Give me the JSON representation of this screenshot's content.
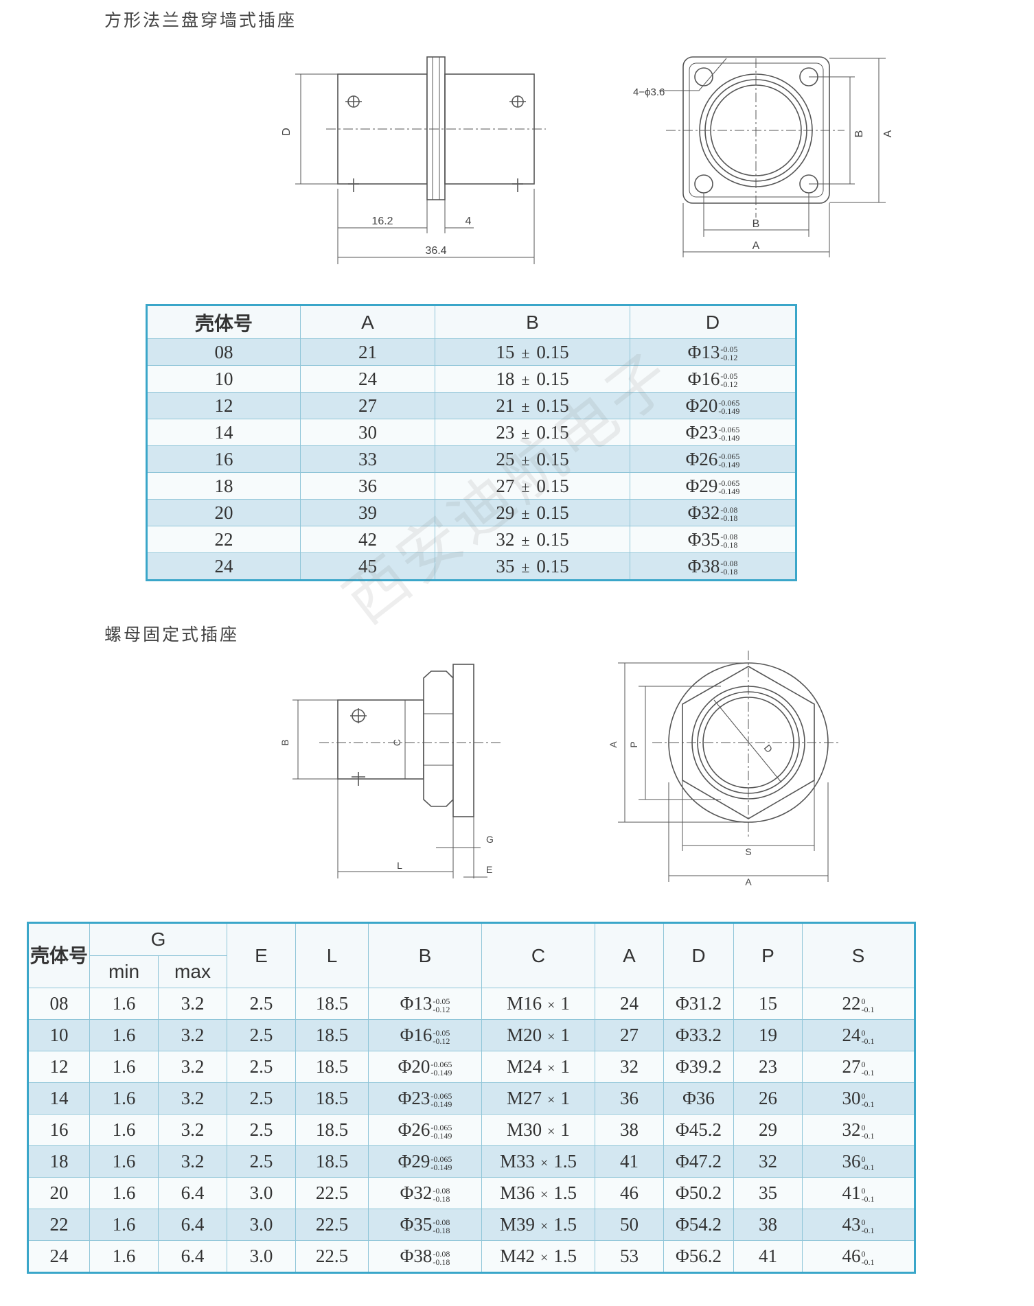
{
  "section1": {
    "title": "方形法兰盘穿墙式插座",
    "labels": {
      "d": "D",
      "dim_16_2": "16.2",
      "dim_4": "4",
      "dim_36_4": "36.4",
      "holes": "4−ϕ3.6",
      "b_v": "B",
      "a_v": "A",
      "b_h": "B",
      "a_h": "A"
    }
  },
  "table1": {
    "headers": [
      "壳体号",
      "A",
      "B",
      "D"
    ],
    "rows": [
      {
        "shell": "08",
        "a": "21",
        "b": "15",
        "b_tol": "0.15",
        "d": "13",
        "d_up": "-0.05",
        "d_lo": "-0.12"
      },
      {
        "shell": "10",
        "a": "24",
        "b": "18",
        "b_tol": "0.15",
        "d": "16",
        "d_up": "-0.05",
        "d_lo": "-0.12"
      },
      {
        "shell": "12",
        "a": "27",
        "b": "21",
        "b_tol": "0.15",
        "d": "20",
        "d_up": "-0.065",
        "d_lo": "-0.149"
      },
      {
        "shell": "14",
        "a": "30",
        "b": "23",
        "b_tol": "0.15",
        "d": "23",
        "d_up": "-0.065",
        "d_lo": "-0.149"
      },
      {
        "shell": "16",
        "a": "33",
        "b": "25",
        "b_tol": "0.15",
        "d": "26",
        "d_up": "-0.065",
        "d_lo": "-0.149"
      },
      {
        "shell": "18",
        "a": "36",
        "b": "27",
        "b_tol": "0.15",
        "d": "29",
        "d_up": "-0.065",
        "d_lo": "-0.149"
      },
      {
        "shell": "20",
        "a": "39",
        "b": "29",
        "b_tol": "0.15",
        "d": "32",
        "d_up": "-0.08",
        "d_lo": "-0.18"
      },
      {
        "shell": "22",
        "a": "42",
        "b": "32",
        "b_tol": "0.15",
        "d": "35",
        "d_up": "-0.08",
        "d_lo": "-0.18"
      },
      {
        "shell": "24",
        "a": "45",
        "b": "35",
        "b_tol": "0.15",
        "d": "38",
        "d_up": "-0.08",
        "d_lo": "-0.18"
      }
    ]
  },
  "section2": {
    "title": "螺母固定式插座",
    "labels": {
      "b": "B",
      "c": "C",
      "g": "G",
      "l": "L",
      "e": "E",
      "a_v": "A",
      "p_v": "P",
      "d": "D",
      "s_h": "S",
      "a_h": "A"
    }
  },
  "table2": {
    "headers": {
      "shell": "壳体号",
      "g": "G",
      "g_min": "min",
      "g_max": "max",
      "e": "E",
      "l": "L",
      "b": "B",
      "c": "C",
      "a": "A",
      "d": "D",
      "p": "P",
      "s": "S"
    },
    "rows": [
      {
        "shell": "08",
        "gmin": "1.6",
        "gmax": "3.2",
        "e": "2.5",
        "l": "18.5",
        "b": "13",
        "b_up": "-0.05",
        "b_lo": "-0.12",
        "c_m": "M16",
        "c_p": "1",
        "a": "24",
        "d": "31.2",
        "p": "15",
        "s": "22",
        "s_up": "0",
        "s_lo": "-0.1"
      },
      {
        "shell": "10",
        "gmin": "1.6",
        "gmax": "3.2",
        "e": "2.5",
        "l": "18.5",
        "b": "16",
        "b_up": "-0.05",
        "b_lo": "-0.12",
        "c_m": "M20",
        "c_p": "1",
        "a": "27",
        "d": "33.2",
        "p": "19",
        "s": "24",
        "s_up": "0",
        "s_lo": "-0.1"
      },
      {
        "shell": "12",
        "gmin": "1.6",
        "gmax": "3.2",
        "e": "2.5",
        "l": "18.5",
        "b": "20",
        "b_up": "-0.065",
        "b_lo": "-0.149",
        "c_m": "M24",
        "c_p": "1",
        "a": "32",
        "d": "39.2",
        "p": "23",
        "s": "27",
        "s_up": "0",
        "s_lo": "-0.1"
      },
      {
        "shell": "14",
        "gmin": "1.6",
        "gmax": "3.2",
        "e": "2.5",
        "l": "18.5",
        "b": "23",
        "b_up": "-0.065",
        "b_lo": "-0.149",
        "c_m": "M27",
        "c_p": "1",
        "a": "36",
        "d": "36",
        "p": "26",
        "s": "30",
        "s_up": "0",
        "s_lo": "-0.1"
      },
      {
        "shell": "16",
        "gmin": "1.6",
        "gmax": "3.2",
        "e": "2.5",
        "l": "18.5",
        "b": "26",
        "b_up": "-0.065",
        "b_lo": "-0.149",
        "c_m": "M30",
        "c_p": "1",
        "a": "38",
        "d": "45.2",
        "p": "29",
        "s": "32",
        "s_up": "0",
        "s_lo": "-0.1"
      },
      {
        "shell": "18",
        "gmin": "1.6",
        "gmax": "3.2",
        "e": "2.5",
        "l": "18.5",
        "b": "29",
        "b_up": "-0.065",
        "b_lo": "-0.149",
        "c_m": "M33",
        "c_p": "1.5",
        "a": "41",
        "d": "47.2",
        "p": "32",
        "s": "36",
        "s_up": "0",
        "s_lo": "-0.1"
      },
      {
        "shell": "20",
        "gmin": "1.6",
        "gmax": "6.4",
        "e": "3.0",
        "l": "22.5",
        "b": "32",
        "b_up": "-0.08",
        "b_lo": "-0.18",
        "c_m": "M36",
        "c_p": "1.5",
        "a": "46",
        "d": "50.2",
        "p": "35",
        "s": "41",
        "s_up": "0",
        "s_lo": "-0.1"
      },
      {
        "shell": "22",
        "gmin": "1.6",
        "gmax": "6.4",
        "e": "3.0",
        "l": "22.5",
        "b": "35",
        "b_up": "-0.08",
        "b_lo": "-0.18",
        "c_m": "M39",
        "c_p": "1.5",
        "a": "50",
        "d": "54.2",
        "p": "38",
        "s": "43",
        "s_up": "0",
        "s_lo": "-0.1"
      },
      {
        "shell": "24",
        "gmin": "1.6",
        "gmax": "6.4",
        "e": "3.0",
        "l": "22.5",
        "b": "38",
        "b_up": "-0.08",
        "b_lo": "-0.18",
        "c_m": "M42",
        "c_p": "1.5",
        "a": "53",
        "d": "56.2",
        "p": "41",
        "s": "46",
        "s_up": "0",
        "s_lo": "-0.1"
      }
    ]
  },
  "symbols": {
    "phi": "Φ",
    "times": "×",
    "plusminus": "±"
  },
  "watermark": "西安迪航电子",
  "colors": {
    "table_border": "#3aa6c9",
    "row_shade": "#d3e7f1",
    "row_light": "#f7fbfc",
    "header_bg": "#f4f9fb"
  }
}
